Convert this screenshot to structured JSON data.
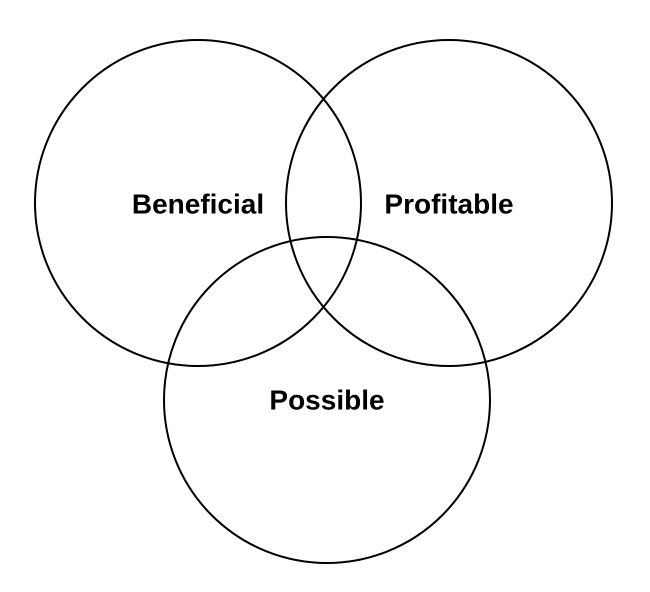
{
  "diagram": {
    "type": "venn",
    "stroke_color": "#000000",
    "label_color": "#000000",
    "sets": [
      {
        "label": "Beneficial"
      },
      {
        "label": "Profitable"
      },
      {
        "label": "Possible"
      }
    ]
  }
}
